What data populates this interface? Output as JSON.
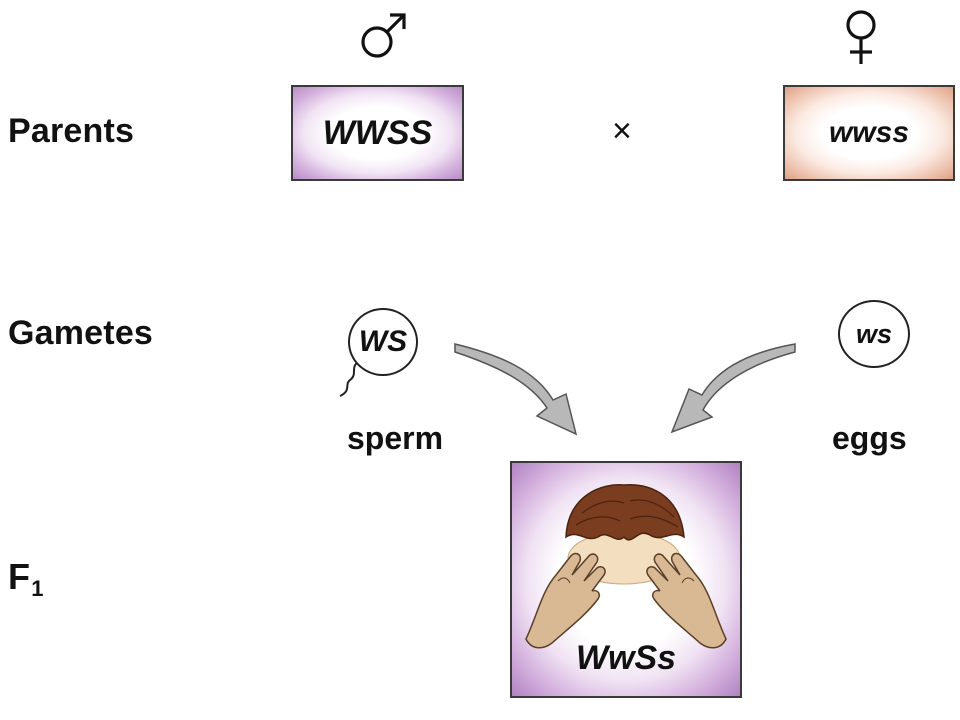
{
  "labels": {
    "parents": "Parents",
    "gametes": "Gametes",
    "f1_letter": "F",
    "f1_subscript": "1"
  },
  "symbols": {
    "male": "male-symbol",
    "female": "female-symbol",
    "cross": "×"
  },
  "parents": {
    "male_genotype": "WWSS",
    "female_genotype": "wwss"
  },
  "gametes": {
    "sperm_genotype": "WS",
    "egg_genotype": "ws",
    "sperm_label": "sperm",
    "eggs_label": "eggs"
  },
  "offspring": {
    "genotype": "WwSs",
    "illustration": "hands-parting-hair-icon"
  },
  "colors": {
    "male_box": "#b88cc6",
    "female_box": "#dea186",
    "arrow_fill": "#b8b8b8",
    "hair": "#7a3d1f",
    "skin": "#d9b894"
  }
}
